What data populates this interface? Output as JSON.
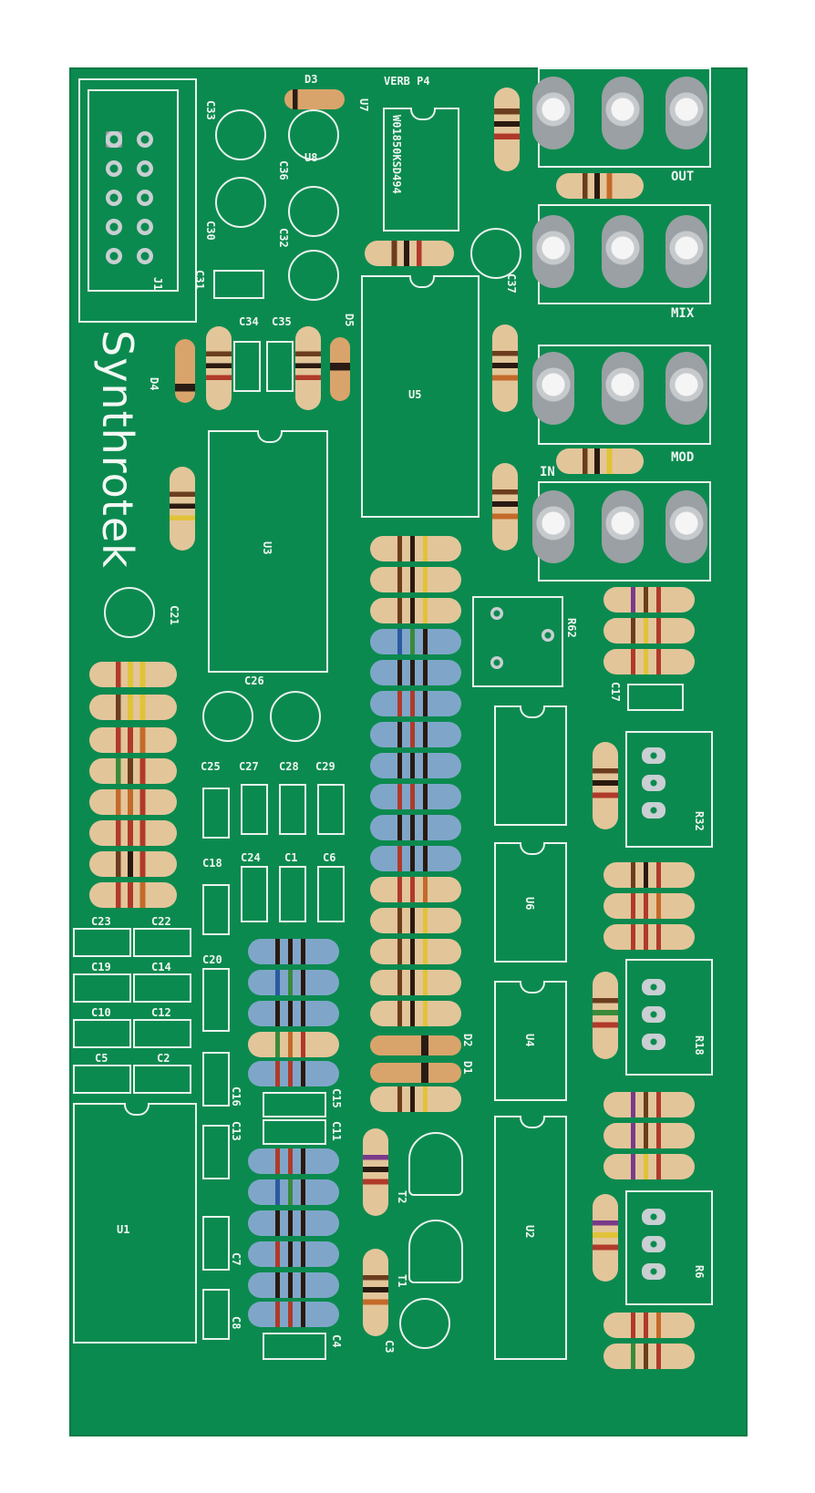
{
  "board": {
    "logo": "Synthrotek",
    "title": "VERB P4",
    "chip_marking": "W01850KSD494",
    "labels": {
      "out": "OUT",
      "mix": "MIX",
      "mod": "MOD",
      "in": "IN",
      "j1": "J1",
      "d3": "D3",
      "d4": "D4",
      "d5": "D5",
      "d1": "D1",
      "d2": "D2",
      "u1": "U1",
      "u2": "U2",
      "u3": "U3",
      "u4": "U4",
      "u5": "U5",
      "u6": "U6",
      "u7": "U7",
      "u8": "U8",
      "t1": "T1",
      "t2": "T2",
      "r62": "R62",
      "r32": "R32",
      "r18": "R18",
      "r6": "R6",
      "c1": "C1",
      "c2": "C2",
      "c4": "C4",
      "c5": "C5",
      "c6": "C6",
      "c7": "C7",
      "c8": "C8",
      "c10": "C10",
      "c11": "C11",
      "c12": "C12",
      "c13": "C13",
      "c14": "C14",
      "c15": "C15",
      "c16": "C16",
      "c17": "C17",
      "c18": "C18",
      "c19": "C19",
      "c20": "C20",
      "c21": "C21",
      "c22": "C22",
      "c23": "C23",
      "c24": "C24",
      "c25": "C25",
      "c26": "C26",
      "c27": "C27",
      "c28": "C28",
      "c29": "C29",
      "c30": "C30",
      "c31": "C31",
      "c32": "C32",
      "c33": "C33",
      "c34": "C34",
      "c35": "C35",
      "c36": "C36",
      "c37": "C37",
      "c3": "C3"
    }
  },
  "colors": {
    "pcb": "#0b8a4f",
    "silkscreen": "#e9f3ee",
    "resistor_tan": "#e3c59a",
    "resistor_blue": "#7fa6c9",
    "pad": "#c9cfd2"
  }
}
